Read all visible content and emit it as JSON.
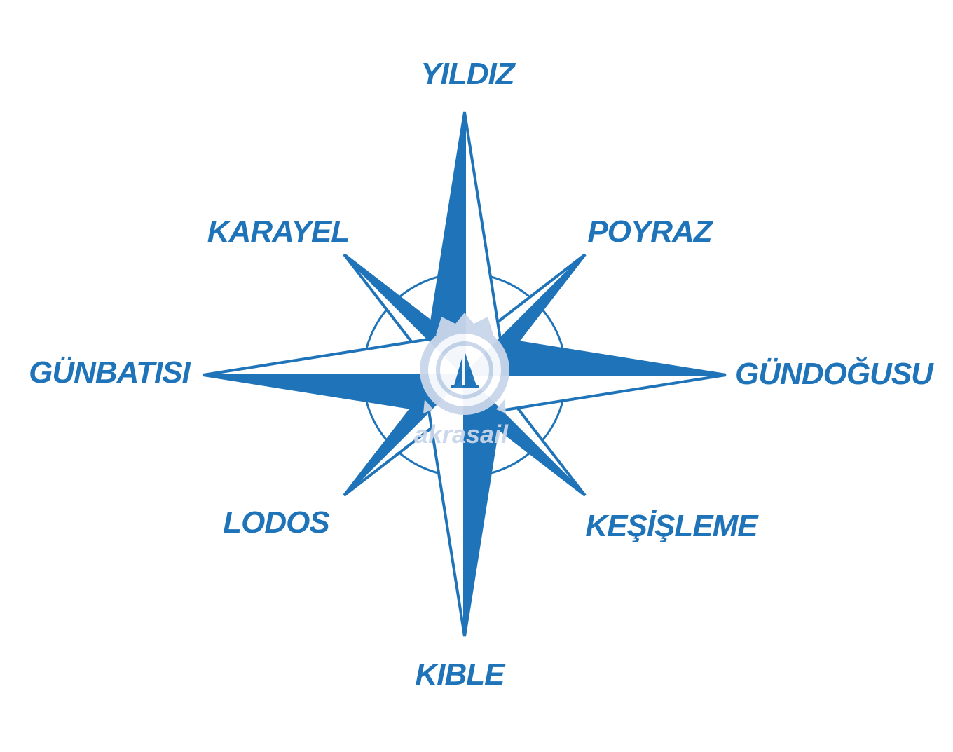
{
  "colors": {
    "primary": "#1f74b9",
    "background": "#ffffff",
    "watermark": "#c9d6ea"
  },
  "winds": {
    "n": "YILDIZ",
    "ne": "POYRAZ",
    "e": "GÜNDOĞUSU",
    "se": "KEŞİŞLEME",
    "s": "KIBLE",
    "sw": "LODOS",
    "w": "GÜNBATISI",
    "nw": "KARAYEL"
  },
  "watermark": {
    "text": "akrasail"
  }
}
